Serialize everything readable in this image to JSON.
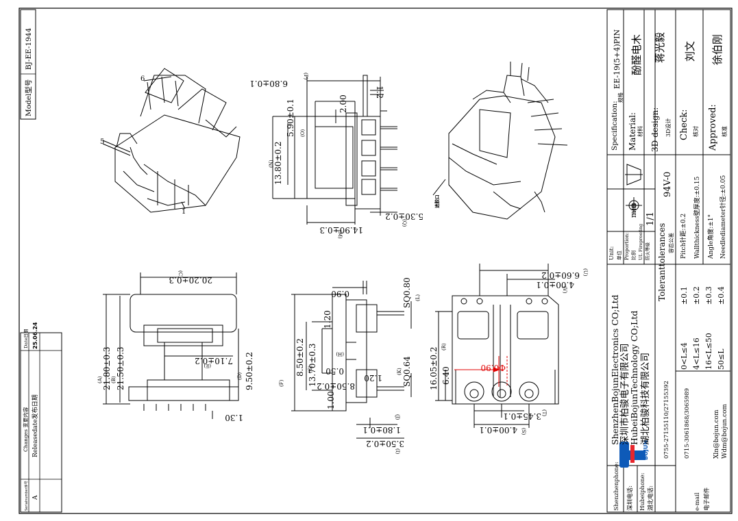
{
  "model": {
    "label": "Model型号",
    "value": "BJ-EE-1944"
  },
  "changes_table": {
    "col_serial": "Serialnumber序号",
    "col_changes": "Changes 变更内容",
    "col_date": "Date日期",
    "row_serial": "A",
    "row_change": "Releasedate发布日期",
    "row_date": "25.06.24"
  },
  "dimensions": {
    "top_width": "20.20±0.3",
    "top_c": "(C)",
    "overall_a": "21.80±0.3",
    "a_label": "(A)",
    "overall_b": "21.50±0.3",
    "b_label": "(B)",
    "e_dim": "7.10±0.2",
    "e_label": "(E)",
    "d_dim": "9.50±0.2",
    "d_label": "(D)",
    "base_h": "1.30",
    "p_dim": "6.80±0.1",
    "p_label": "(P)",
    "o_dim": "5.90±0.1",
    "o_label": "(O)",
    "d2": "2.00",
    "d12": "1.2",
    "n_dim": "13.80±0.2",
    "n_label": "(N)",
    "q_dim": "5.30±0.2",
    "q_label": "(Q)",
    "m_dim": "14.90±0.3",
    "m_label": "(M)",
    "f_dim": "13.70±0.3",
    "f_label": "(F)",
    "g_dim": "8.50±0.2",
    "g_label": "(G)",
    "h_dim": "8.50±0.2",
    "h_label": "(H)",
    "d120a": "1.20",
    "d090": "0.90",
    "sq080": "SQ0.80",
    "l_label": "(L)",
    "d050": "0.50",
    "d120b": "1.20",
    "sq064": "SQ0.64",
    "k_label": "(K)",
    "d100": "1.00",
    "j_dim": "1.80±0.1",
    "j_label": "(J)",
    "i_dim": "3.50±0.2",
    "i_label": "(I)",
    "u_dim": "6.60±0.2",
    "u_label": "(U)",
    "v_dim": "4.00±0.1",
    "v_label": "(V)",
    "r_dim": "16.05±0.2",
    "r_label": "(R)",
    "d640": "6.40",
    "hole": "Φ0.90",
    "t_dim": "3.45±0.1",
    "t_label": "(T)",
    "s_dim": "4.00±0.1",
    "s_label": "(S)",
    "pin5": "5",
    "pin6": "6",
    "pin1": "1",
    "inlet": "进胶口"
  },
  "title_block": {
    "company_en1": "ShenzhenBojunElectronics CO;Ltd",
    "company_cn1": "深圳市柏骏电子有限公司",
    "company_en2": "HubeiBojunTechnology CO;Ltd",
    "company_cn2": "湖北柏骏科技有限公司",
    "logo_text": "BOJUN",
    "szphone_label": "Shenzhenphone:",
    "szphone_cn": "深圳电话:",
    "szphone": "0755-27155110/27155392",
    "hbphone_label": "Hubeiphone:",
    "hbphone_cn": "湖北电话:",
    "hbphone": "0715-3061868/3065989",
    "email_label": "e-mail",
    "email_cn": "电子邮件",
    "email1": "Xln@bojun.com",
    "email2": "Wdm@bojun.com",
    "tol_title": "Toleranttolerances",
    "tol_cn": "容忍公差",
    "tol_ranges": [
      "0<L≤4",
      "4<L≤16",
      "16<L≤50",
      "50≤L"
    ],
    "tol_values": [
      "±0.1",
      "±0.2",
      "±0.3",
      "±0.4"
    ],
    "pitch": "Pitch针距:±0.2",
    "wall": "Wallthickness壁厚度:±0.15",
    "angle": "Angle角度:±1°",
    "needle": "Needlediameter针径:±0.05",
    "unit_label": "Unit:",
    "unit_cn": "单位",
    "unit_value": "mm",
    "proportion_label": "Proportion:",
    "proportion_cn": "比例",
    "proportion_value": "1/1",
    "ul_label": "UL Fireproofing",
    "ul_cn": "防火等级",
    "ul_value": "94V-0",
    "spec_label": "Specification:",
    "spec_cn": "规格",
    "spec_value": "EE-19(5+4)PIN",
    "material_label": "Material:",
    "material_cn": "材料",
    "material_value": "酚醛电木",
    "design_label": "3D design:",
    "design_cn": "3D设计",
    "design_value": "蒋光毅",
    "check_label": "Check:",
    "check_cn": "核对",
    "check_value": "刘文",
    "approved_label": "Approved:",
    "approved_cn": "核准",
    "approved_value": "徐伯刚"
  }
}
